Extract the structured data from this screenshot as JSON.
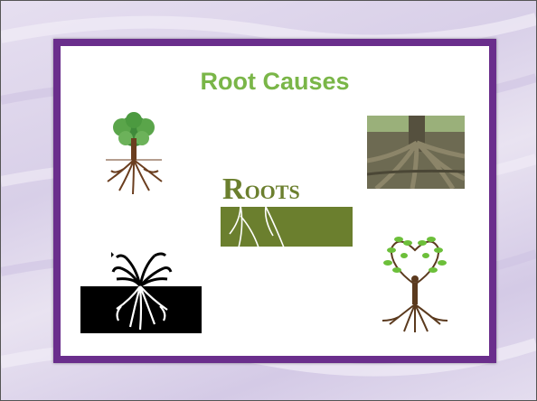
{
  "slide": {
    "title": "Root Causes",
    "colors": {
      "frame": "#6a2e8c",
      "title": "#7ab648",
      "roots_banner": "#6b7f2e",
      "background": "#e6dff0"
    },
    "images": [
      {
        "name": "tree-with-roots-image"
      },
      {
        "name": "roots-text-logo-image",
        "text": "ROOTS"
      },
      {
        "name": "forest-roots-photo"
      },
      {
        "name": "black-silhouette-tree-roots-image"
      },
      {
        "name": "heart-tree-figure-image"
      }
    ]
  }
}
